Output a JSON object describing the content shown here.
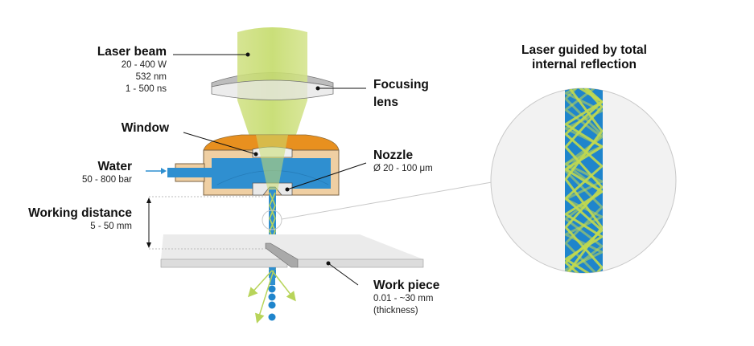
{
  "labels": {
    "laser_beam": {
      "title": "Laser beam",
      "specs": [
        "20 - 400 W",
        "532 nm",
        "1 - 500 ns"
      ]
    },
    "focusing_lens": {
      "title_lines": [
        "Focusing",
        "lens"
      ]
    },
    "window": {
      "title": "Window"
    },
    "water": {
      "title": "Water",
      "spec": "50 - 800 bar"
    },
    "nozzle": {
      "title": "Nozzle",
      "spec": "Ø 20 - 100 μm"
    },
    "working_distance": {
      "title": "Working distance",
      "spec": "5 - 50 mm"
    },
    "work_piece": {
      "title": "Work piece",
      "specs": [
        "0.01 - ~30 mm",
        "(thickness)"
      ]
    },
    "inset": {
      "title_lines": [
        "Laser guided by total",
        "internal reflection"
      ]
    }
  },
  "colors": {
    "laser_green": "#c9dc6e",
    "water_blue": "#2f8fd0",
    "housing_tan": "#efcfa3",
    "housing_orange": "#e8901f",
    "workpiece_grey": "#e6e6e6",
    "inset_bg": "#f2f2f2"
  }
}
